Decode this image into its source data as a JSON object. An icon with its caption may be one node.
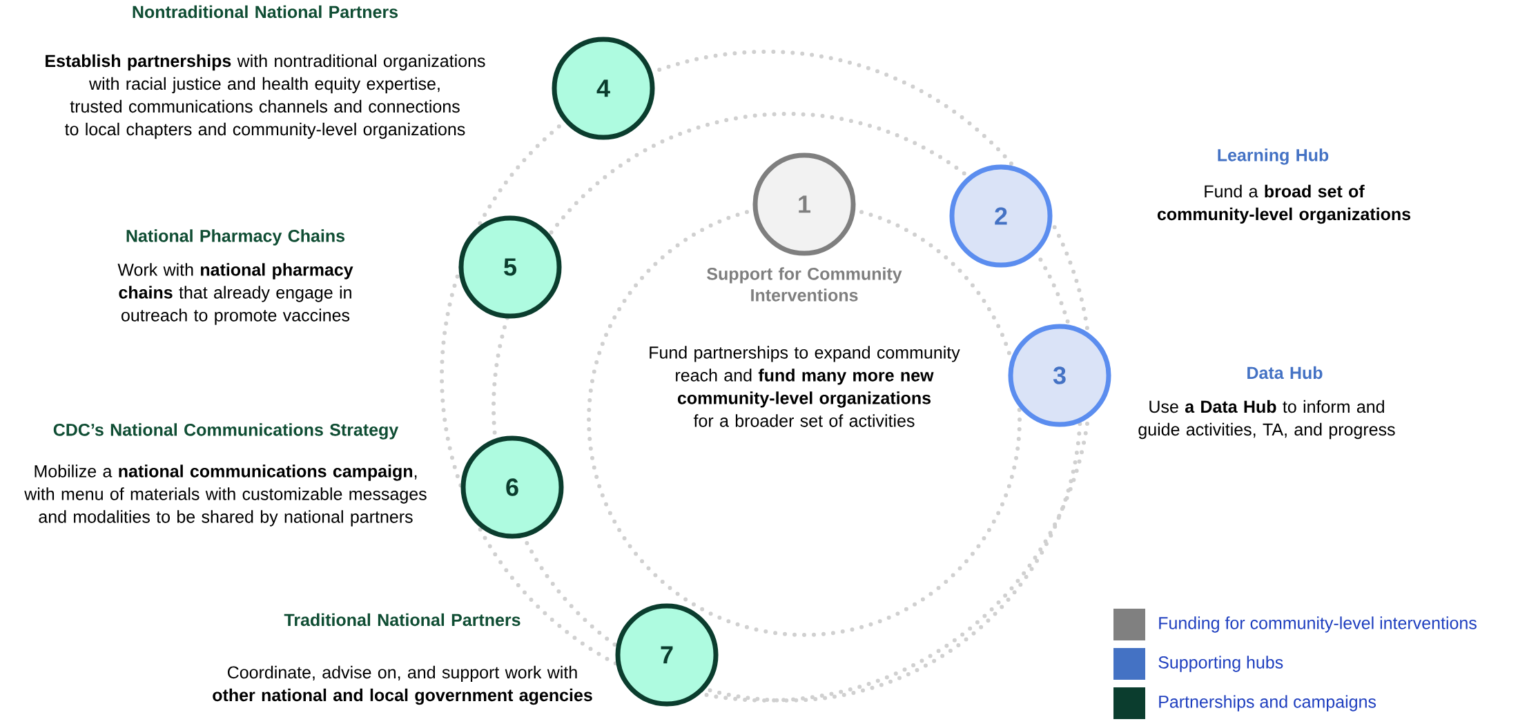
{
  "diagram": {
    "nodes": [
      {
        "text": [
          "1"
        ],
        "beside": [
          "Support for Community Interventions",
          "Fund partnerships to expand community reach and **fund many more new community-level organizations** for a broader set of activities"
        ]
      },
      {
        "text": [
          "2"
        ],
        "beside": [
          "Learning Hub",
          "Fund a **broad set of community-level organizations**"
        ]
      },
      {
        "text": [
          "3"
        ],
        "beside": [
          "Data Hub",
          "Use **a Data Hub** to inform and guide activities, TA, and progress"
        ]
      },
      {
        "text": [
          "4"
        ],
        "beside": [
          "Nontraditional National Partners",
          "**Establish partnerships** with nontraditional organizations with racial justice and health equity expertise, trusted communications channels and connections to local chapters and community-level organizations"
        ]
      },
      {
        "text": [
          "5"
        ],
        "beside": [
          "National Pharmacy Chains",
          "Work with **national pharmacy chains** that already engage in outreach to promote vaccines"
        ]
      },
      {
        "text": [
          "6"
        ],
        "beside": [
          "CDC’s National Communications Strategy",
          "Mobilize a **national communications campaign**, with menu of materials with customizable messages and modalities to be shared by national partners"
        ]
      },
      {
        "text": [
          "7"
        ],
        "beside": [
          "Traditional National Partners",
          "Coordinate, advise on, and support work with **other national and local government agencies**"
        ]
      }
    ],
    "legend": [
      {
        "text": "Funding for community-level interventions",
        "color": "#808080"
      },
      {
        "text": "Supporting hubs",
        "color": "#4472c4"
      },
      {
        "text": "Partnerships and campaigns",
        "color": "#0b3d2e"
      }
    ]
  }
}
